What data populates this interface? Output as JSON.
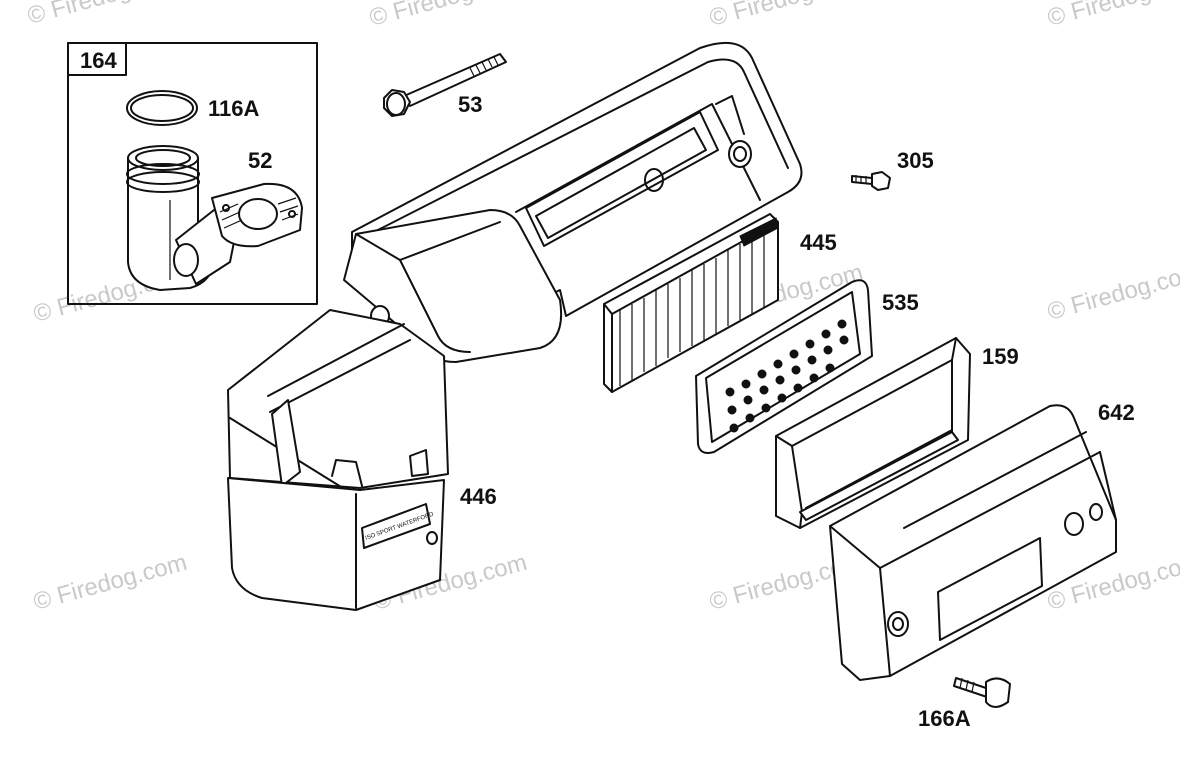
{
  "inset": {
    "part_number": "164"
  },
  "labels": {
    "gasket_ring": "116A",
    "gasket_flange": "52",
    "bolt_long": "53",
    "screw_short": "305",
    "prefilter": "445",
    "filter_cartridge": "535",
    "seal_frame": "159",
    "cover": "642",
    "knob_screw": "166A",
    "base_housing": "446"
  },
  "watermark": "© Firedog.com",
  "decal_text": "ISO SPORT WATERFORD"
}
